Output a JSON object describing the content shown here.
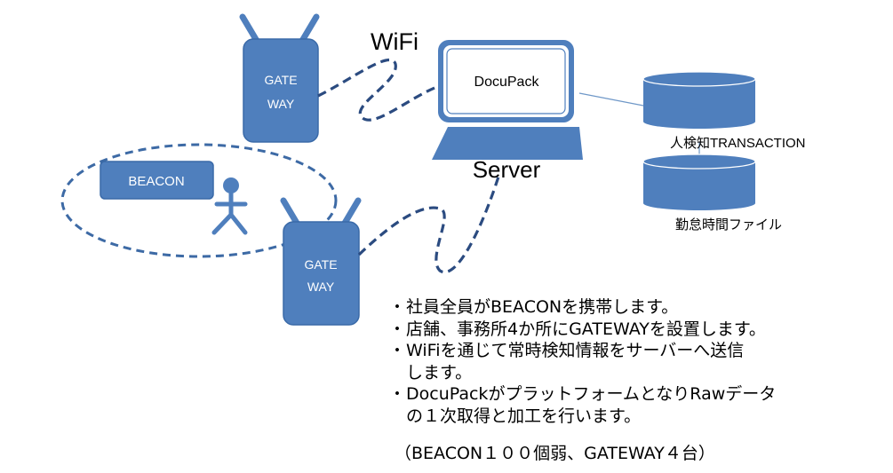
{
  "colors": {
    "box_fill": "#4f7fbd",
    "box_stroke": "#3a6aa8",
    "link_dashed": "#2b4b80",
    "ellipse_dashed": "#3d6aa5",
    "thin_line": "#6f98c8"
  },
  "gateways": [
    {
      "line1": "GATE",
      "line2": "WAY"
    },
    {
      "line1": "GATE",
      "line2": "WAY"
    }
  ],
  "wifi_label": "WiFi",
  "beacon_label": "BEACON",
  "person_icon": "person-icon",
  "server": {
    "screen_label": "DocuPack",
    "label": "Server"
  },
  "databases": [
    {
      "label": "人検知TRANSACTION"
    },
    {
      "label": "勤怠時間ファイル"
    }
  ],
  "notes": [
    {
      "bullet": "・",
      "lines": [
        "社員全員がBEACONを携帯します。"
      ]
    },
    {
      "bullet": "・",
      "lines": [
        "店舗、事務所4か所にGATEWAYを設置します。"
      ]
    },
    {
      "bullet": "・",
      "lines": [
        "WiFiを通じて常時検知情報をサーバーへ送信",
        "します。"
      ]
    },
    {
      "bullet": "・",
      "lines": [
        "DocuPackがプラットフォームとなりRawデータ",
        "の１次取得と加工を行います。"
      ]
    }
  ],
  "footnote": "（BEACON１００個弱、GATEWAY４台）"
}
